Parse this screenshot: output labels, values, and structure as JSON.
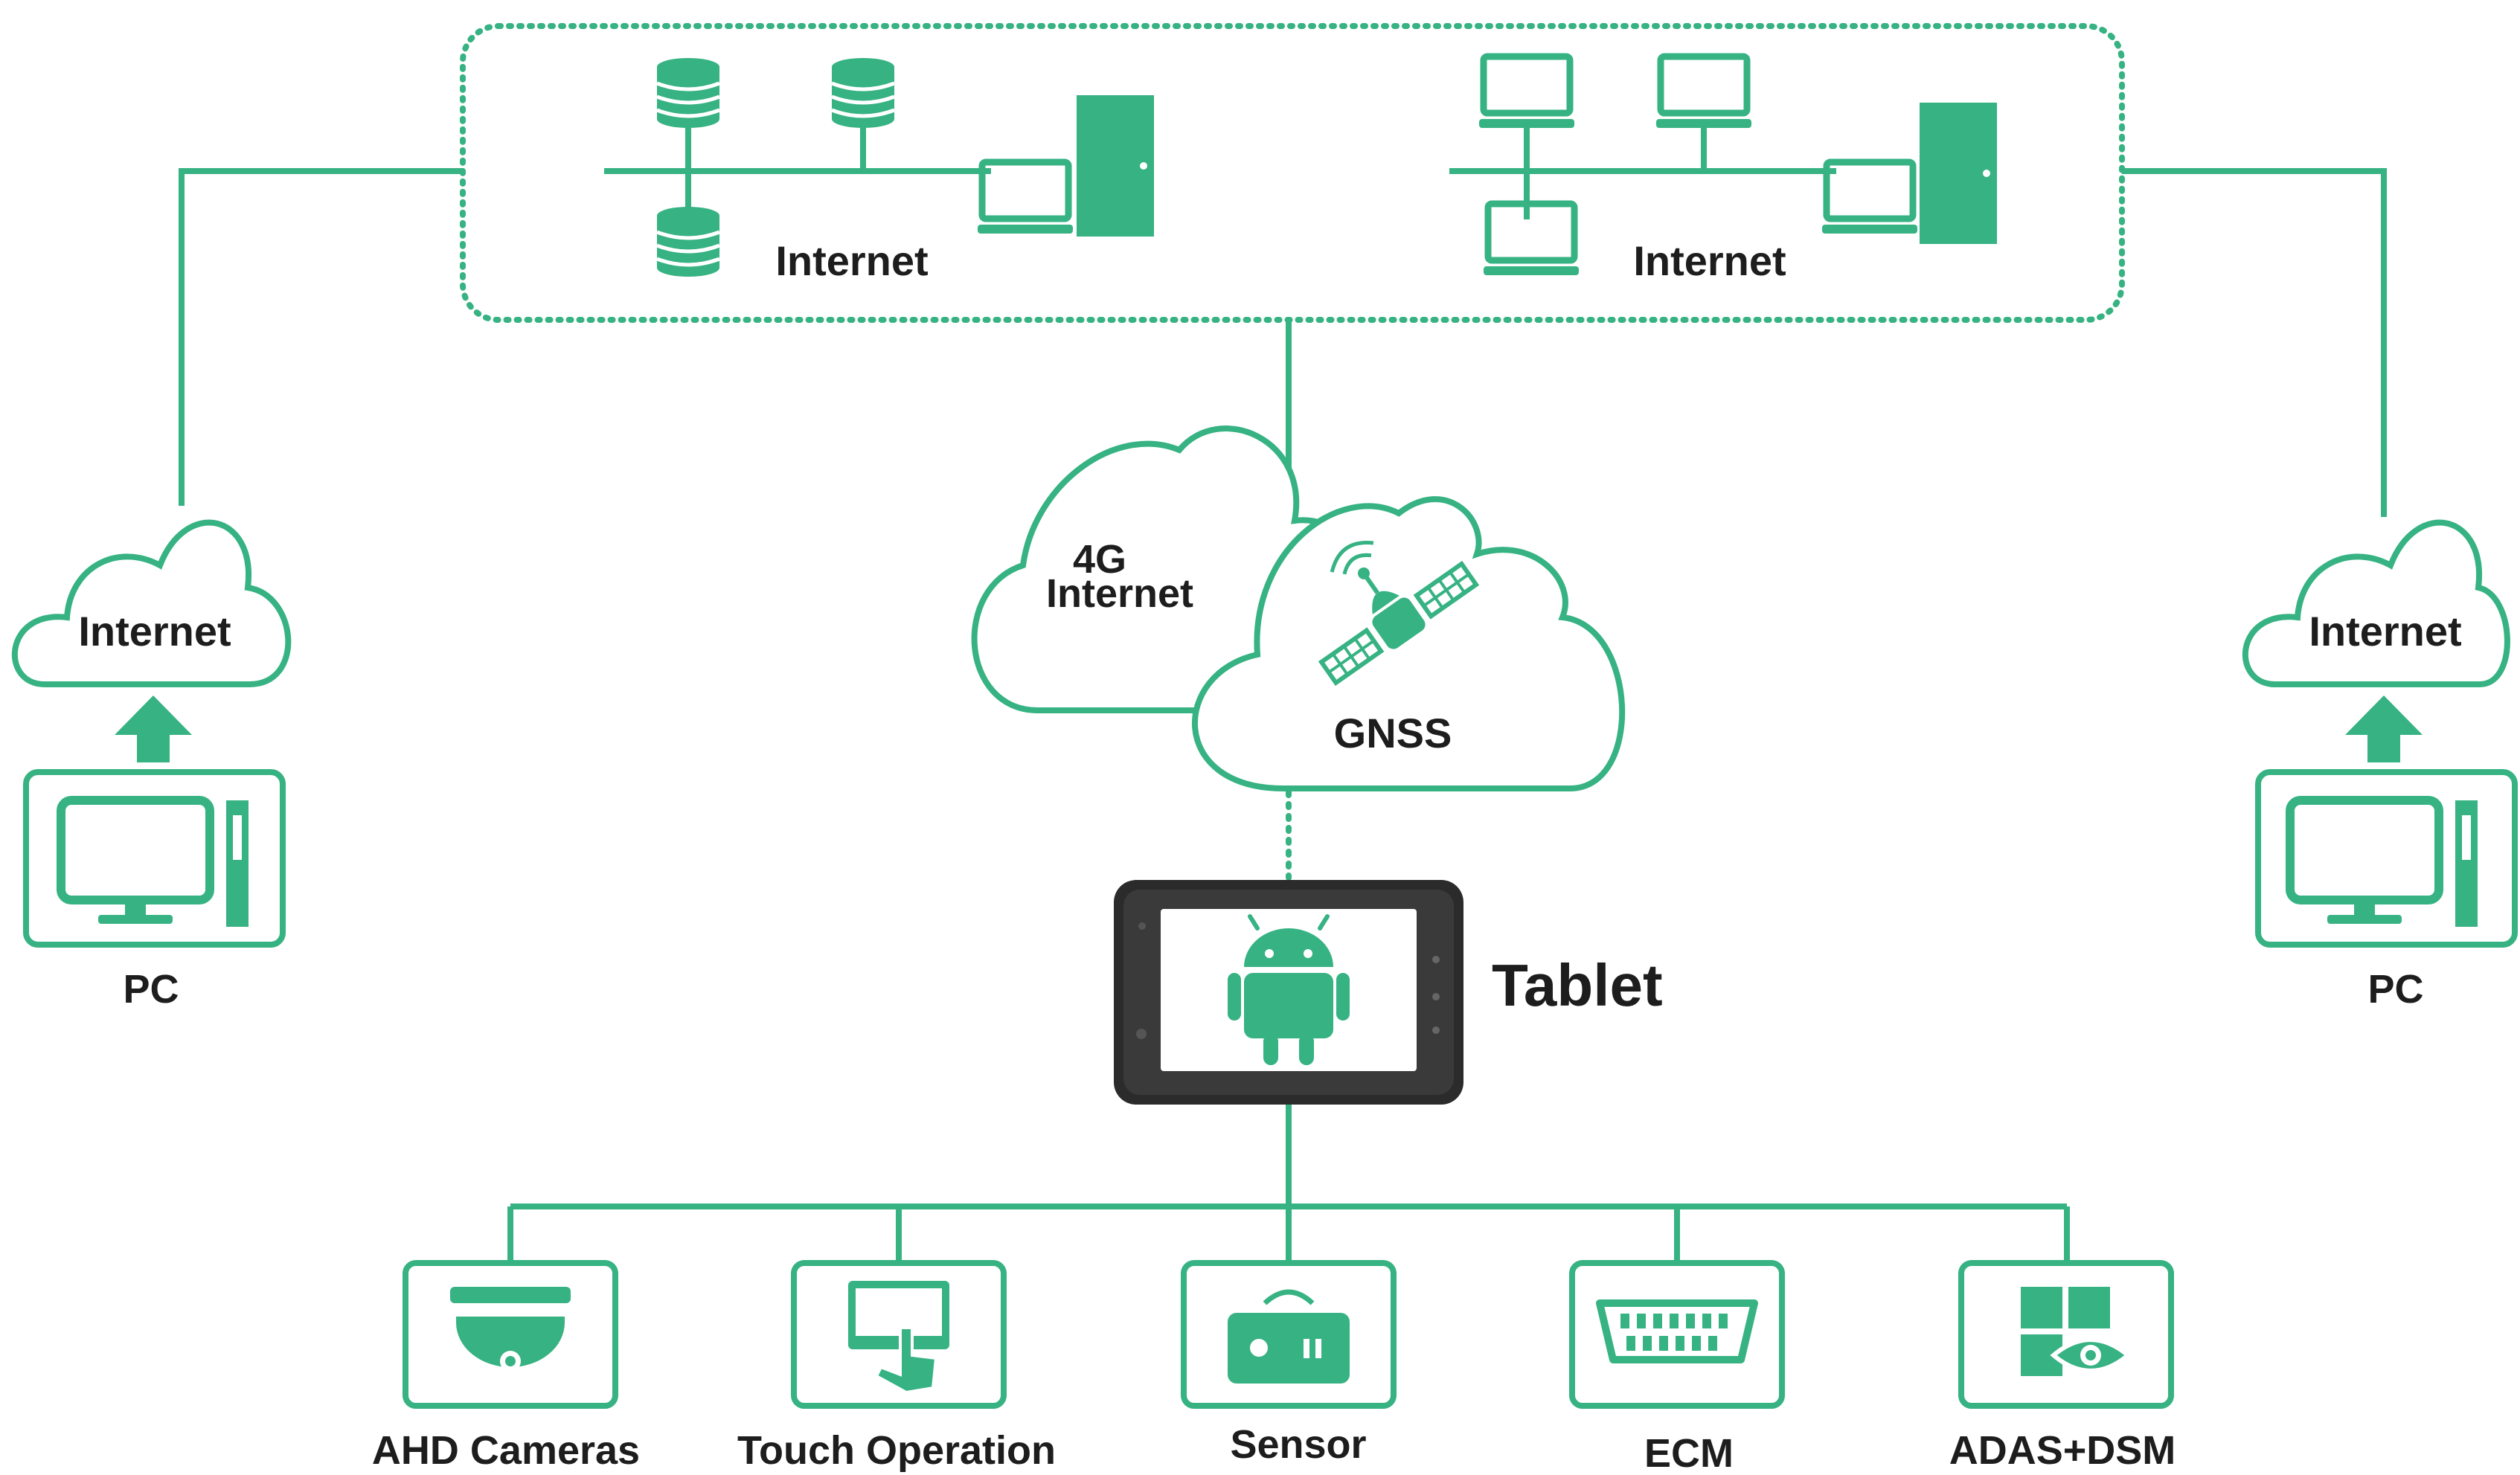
{
  "colors": {
    "accent": "#36b283",
    "line": "#36b283",
    "text": "#1d1d1d",
    "tablet_body": "#2b2b2b",
    "screen": "#ffffff"
  },
  "network": {
    "left_label": "Internet",
    "right_label": "Internet"
  },
  "clouds": {
    "left": "Internet",
    "right": "Internet",
    "mobile_line1": "4G",
    "mobile_line2": "Internet",
    "gnss": "GNSS"
  },
  "pcs": {
    "left": "PC",
    "right": "PC"
  },
  "tablet": {
    "label": "Tablet",
    "icon": "android-icon"
  },
  "peripherals": [
    {
      "label": "AHD Cameras",
      "icon": "dome-camera-icon"
    },
    {
      "label": "Touch Operation",
      "icon": "touch-screen-icon"
    },
    {
      "label": "Sensor",
      "icon": "sensor-icon"
    },
    {
      "label": "ECM",
      "icon": "obd-connector-icon"
    },
    {
      "label": "ADAS+DSM",
      "icon": "adas-eye-icon"
    }
  ]
}
